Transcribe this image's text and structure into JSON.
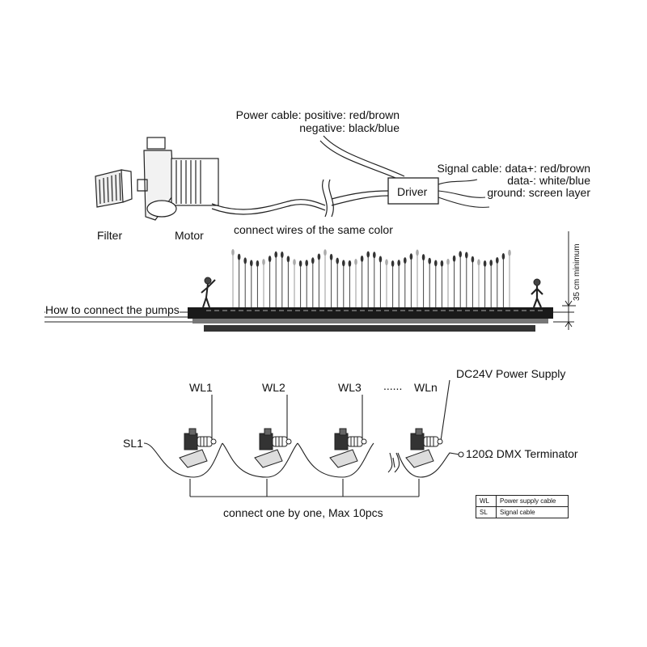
{
  "top": {
    "power_line1": "Power cable: positive: red/brown",
    "power_line2": "negative: black/blue",
    "signal_line1": "Signal cable: data+: red/brown",
    "signal_line2": "data-: white/blue",
    "signal_line3": "ground: screen layer",
    "driver": "Driver",
    "filter": "Filter",
    "motor": "Motor",
    "connect_same_color": "connect wires of the same color"
  },
  "middle": {
    "how_to": "How to connect the pumps",
    "depth": "35 cm minimum"
  },
  "bottom": {
    "wl_labels": [
      "WL1",
      "WL2",
      "WL3",
      "WLn"
    ],
    "dots": "......",
    "sl1": "SL1",
    "power_supply": "DC24V Power Supply",
    "terminator": "120Ω DMX Terminator",
    "connect_one": "connect one by one, Max 10pcs"
  },
  "legend": [
    {
      "key": "WL",
      "value": "Power supply cable"
    },
    {
      "key": "SL",
      "value": "Signal cable"
    }
  ]
}
